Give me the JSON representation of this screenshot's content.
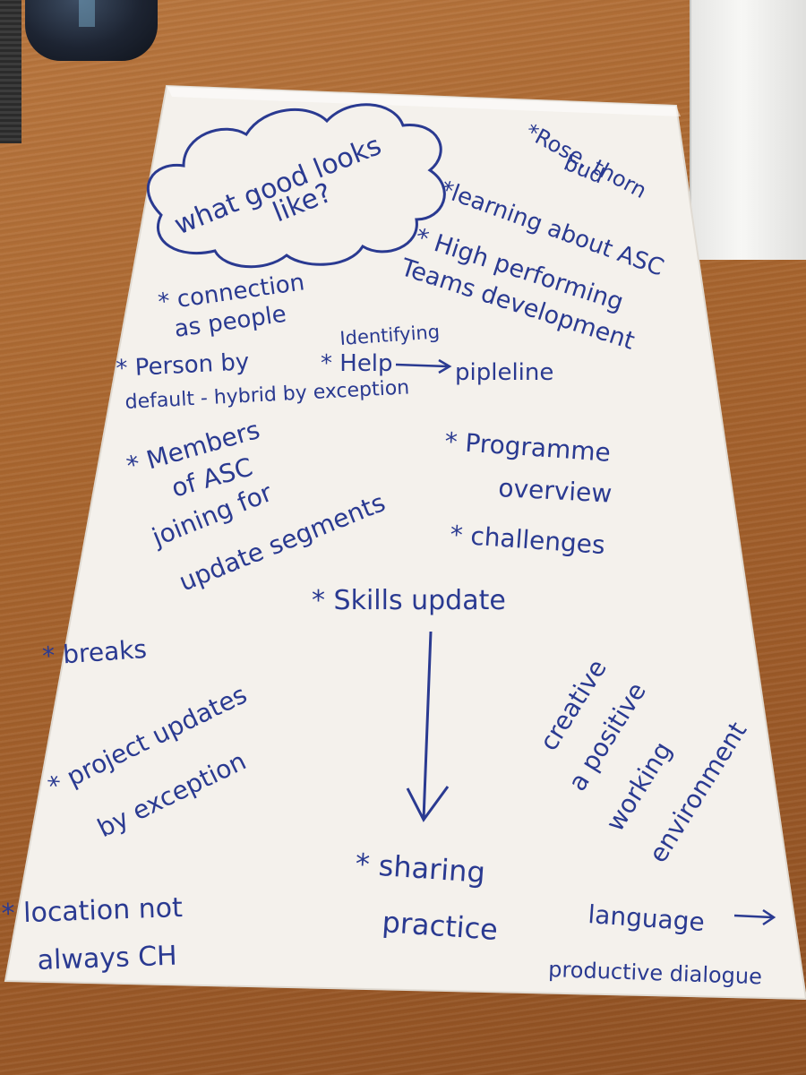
{
  "poster": {
    "cloud_title": [
      "what good looks",
      "like?"
    ],
    "notes": {
      "rose": [
        "*Rose, thorn",
        "bud"
      ],
      "learning": "*learning about ASC",
      "high_performing": [
        "* High performing",
        "Teams development"
      ],
      "connection": [
        "* connection",
        "as people"
      ],
      "identifying": "Identifying",
      "help": "* Help",
      "pipeline": "pipleline",
      "person": [
        "* Person by",
        "default - hybrid by exception"
      ],
      "members": [
        "* Members",
        "of ASC",
        "joining for",
        "update segments"
      ],
      "programme": [
        "* Programme",
        "overview"
      ],
      "challenges": "* challenges",
      "skills": "* Skills update",
      "breaks": "* breaks",
      "project": [
        "* project updates",
        "by exception"
      ],
      "creative": [
        "creative",
        "a positive",
        "working",
        "environment"
      ],
      "sharing": [
        "* sharing",
        "practice"
      ],
      "location": [
        "* location not",
        "always CH"
      ],
      "language": [
        "language",
        "productive dialogue"
      ]
    }
  },
  "colors": {
    "ink": "#2a3a91",
    "paper": "#f4f1ec",
    "desk": "#a9662f"
  }
}
